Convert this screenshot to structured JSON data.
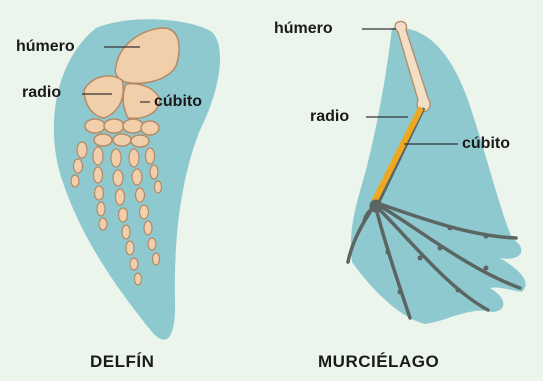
{
  "labels": {
    "dolphin_humerus": "húmero",
    "dolphin_radius": "radio",
    "dolphin_ulna": "cúbito",
    "bat_humerus": "húmero",
    "bat_radius": "radio",
    "bat_ulna": "cúbito"
  },
  "captions": {
    "dolphin": "DELFÍN",
    "bat": "MURCIÉLAGO"
  },
  "colors": {
    "background": "#ebf5ec",
    "membrane": "#8ec9cf",
    "dolphin_bone": "#f2cfab",
    "bone_outline": "#b48a66",
    "bat_bone": "#5b6562",
    "bat_humerus": "#f3dfc5",
    "bat_radius_highlight": "#f0a820"
  }
}
